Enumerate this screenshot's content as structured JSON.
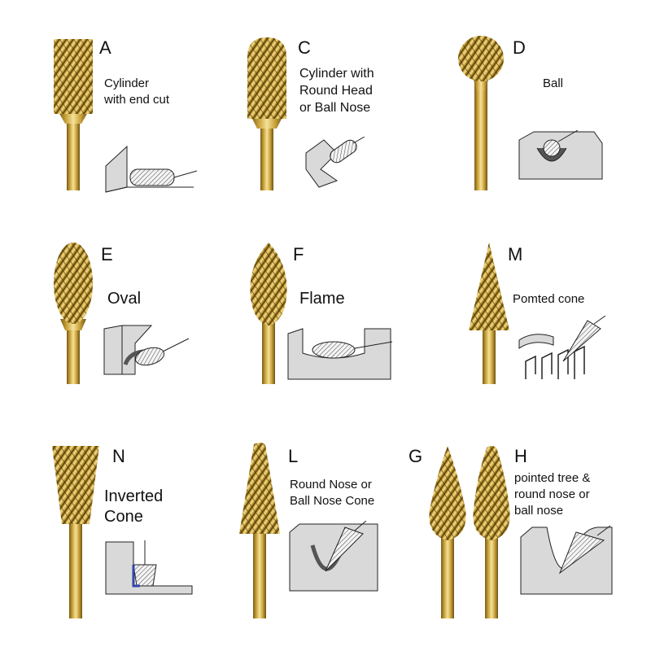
{
  "colors": {
    "gold_dark": "#6e5412",
    "gold_mid": "#c9a23a",
    "gold_light": "#f6e199",
    "sketch_grey": "#d9d9d9",
    "sketch_dark": "#555555",
    "sketch_line": "#222222"
  },
  "items": [
    {
      "letter": "A",
      "lines": [
        "Cylinder",
        "with end cut"
      ],
      "shape": "cylinder-end-cut"
    },
    {
      "letter": "C",
      "lines": [
        "Cylinder with",
        "Round Head",
        "or Ball Nose"
      ],
      "shape": "cylinder-round-head"
    },
    {
      "letter": "D",
      "lines": [
        "Ball"
      ],
      "shape": "ball"
    },
    {
      "letter": "E",
      "lines": [
        "Oval"
      ],
      "shape": "oval"
    },
    {
      "letter": "F",
      "lines": [
        "Flame"
      ],
      "shape": "flame"
    },
    {
      "letter": "M",
      "lines": [
        "Pomted cone"
      ],
      "shape": "pointed-cone"
    },
    {
      "letter": "N",
      "lines": [
        "Inverted",
        "Cone"
      ],
      "shape": "inverted-cone"
    },
    {
      "letter": "L",
      "lines": [
        "Round Nose or",
        "Ball Nose Cone"
      ],
      "shape": "ball-nose-cone"
    },
    {
      "letter": "G",
      "lines": [],
      "shape": "pointed-tree"
    },
    {
      "letter": "H",
      "lines": [
        "pointed tree &",
        "round nose or",
        "ball nose"
      ],
      "shape": "tree-round-nose"
    }
  ]
}
